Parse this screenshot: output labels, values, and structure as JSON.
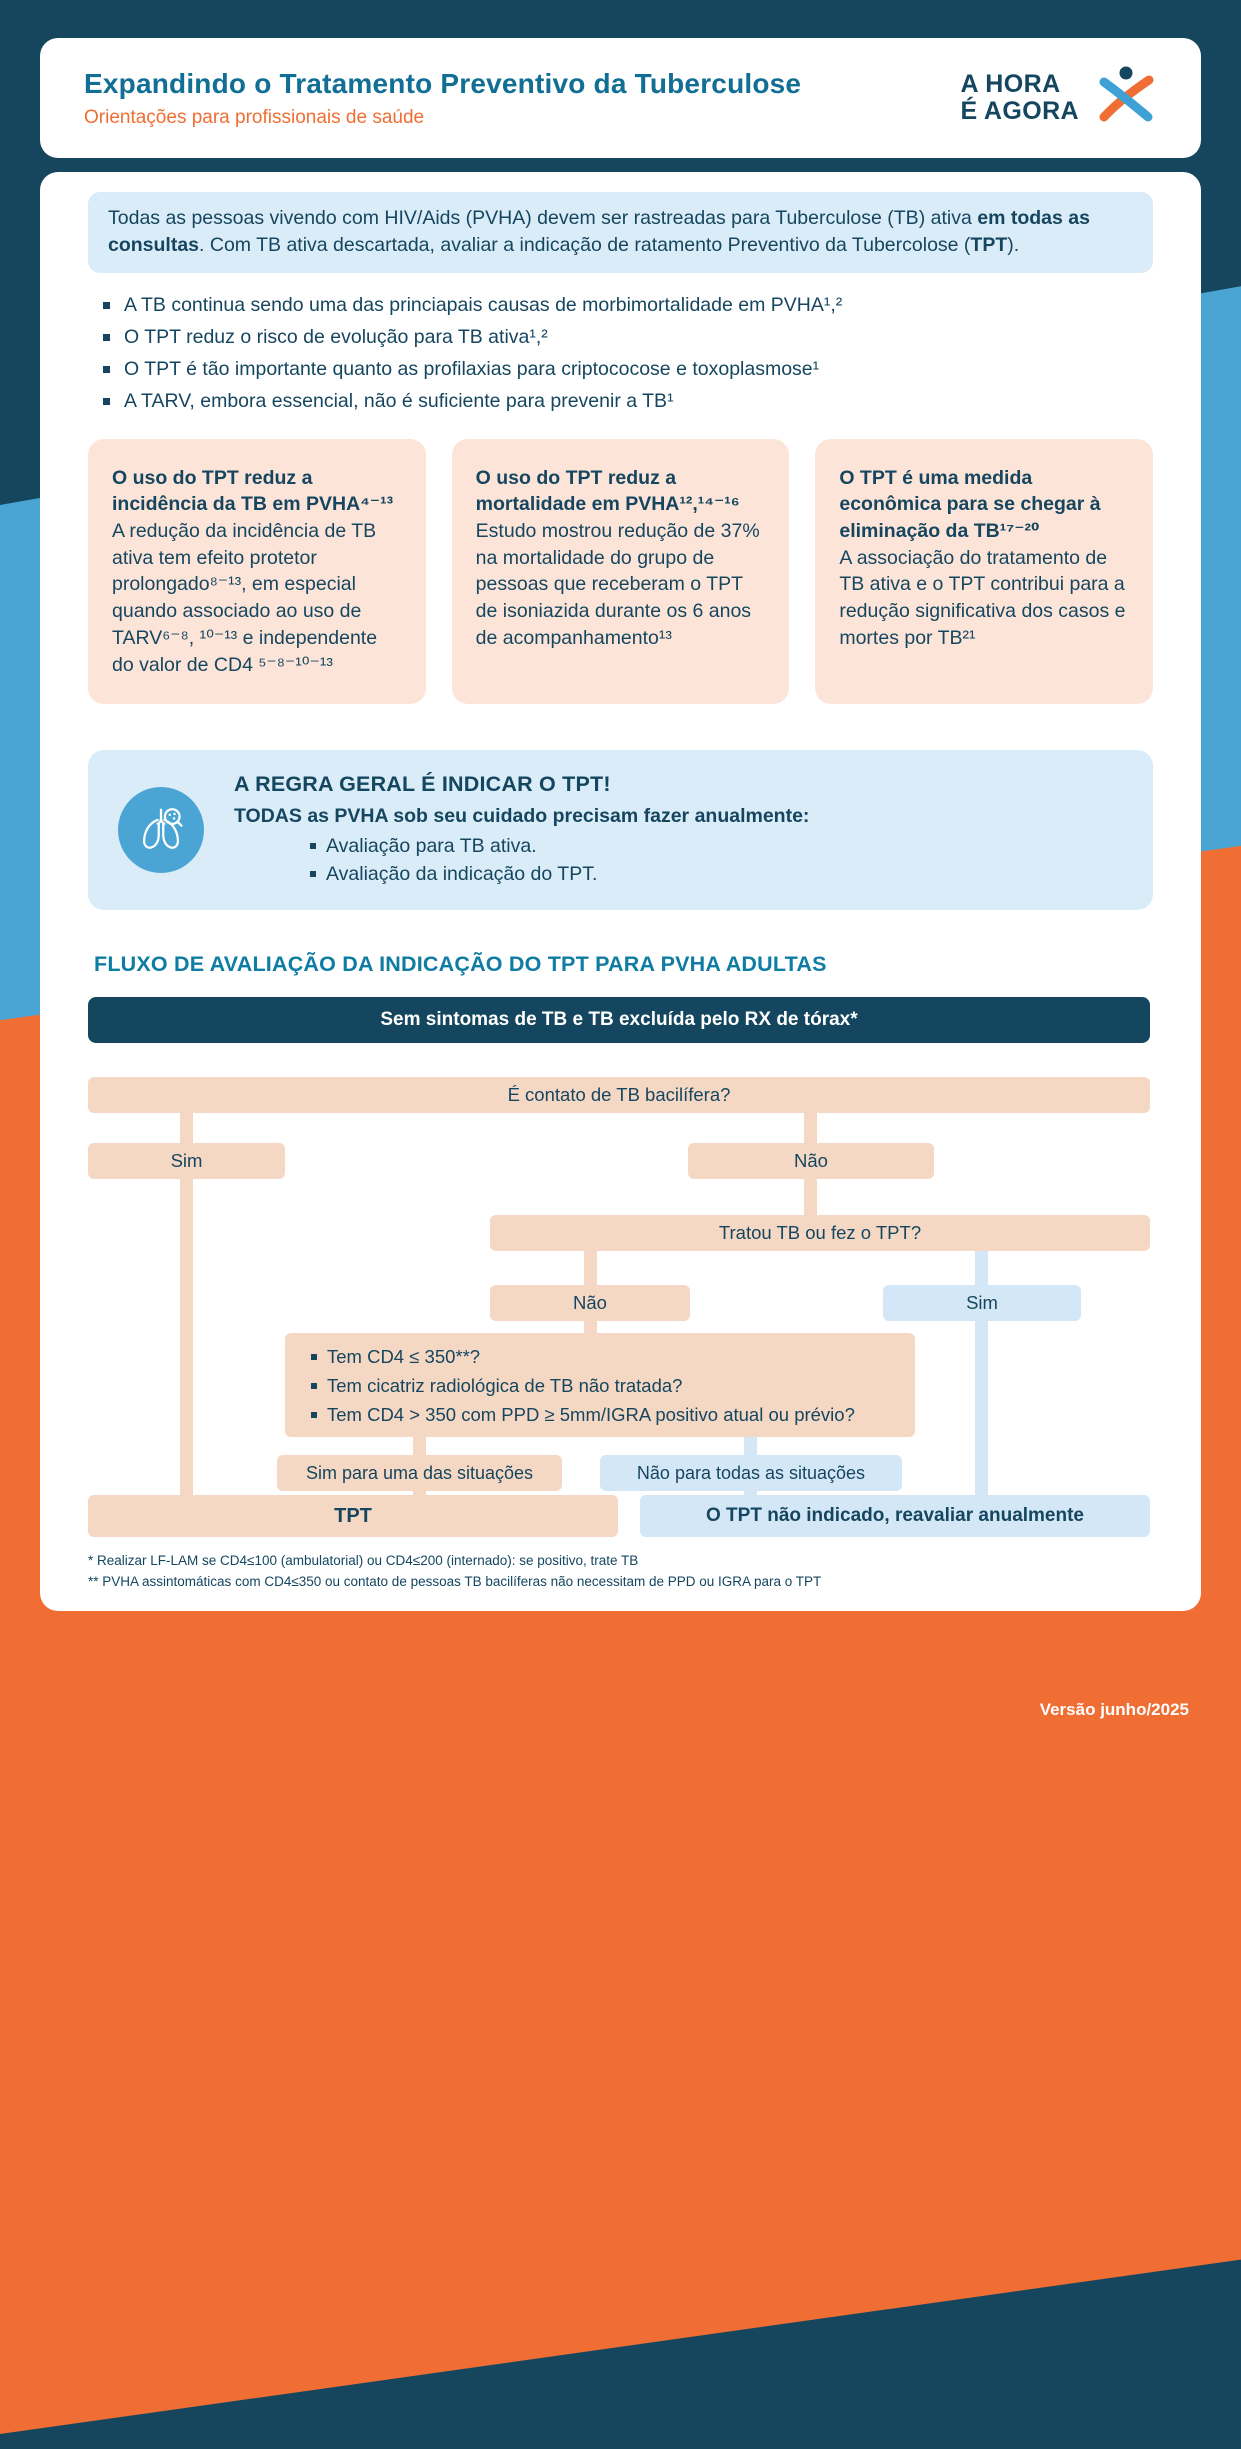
{
  "colors": {
    "navy": "#14465f",
    "title_teal": "#116e94",
    "section_teal": "#0f7ca3",
    "orange": "#f06e33",
    "sky_blue": "#4aa5d5",
    "light_blue_box": "#d9ecf8",
    "peach_card": "#fce5d8",
    "flow_peach": "#f5d8c4",
    "flow_blue": "#d4e7f7"
  },
  "icons": {
    "logo_figure": "person-asterisk-icon",
    "rule_icon": "lungs-magnifier-icon"
  },
  "header": {
    "title": "Expandindo o Tratamento Preventivo da Tuberculose",
    "subtitle": "Orientações para profissionais de saúde",
    "logo_line1": "A HORA",
    "logo_line2": "É AGORA"
  },
  "intro": {
    "s1": "Todas as pessoas vivendo com HIV/Aids (PVHA) devem ser rastreadas para Tuberculose (TB) ativa ",
    "s2": "em todas as consultas",
    "s3": ". Com TB ativa descartada, avaliar a indicação de ratamento Preventivo da Tubercolose (",
    "s4": "TPT",
    "s5": ")."
  },
  "intro_bullets": [
    "A TB continua sendo uma das princiapais causas de morbimortalidade em PVHA¹,²",
    "O TPT reduz o risco de evolução para TB ativa¹,²",
    "O TPT é tão importante quanto as profilaxias para criptococose e toxoplasmose¹",
    "A TARV, embora essencial, não é suficiente para prevenir a TB¹"
  ],
  "cards": [
    {
      "title": "O uso do TPT reduz a incidência da TB em PVHA⁴⁻¹³",
      "body": "A redução da incidência de TB ativa tem efeito protetor prolongado⁸⁻¹³, em especial quando associado ao uso de TARV⁶⁻⁸, ¹⁰⁻¹³ e independente do valor de CD4 ⁵⁻⁸⁻¹⁰⁻¹³"
    },
    {
      "title": "O uso do TPT reduz a mortalidade em PVHA¹²,¹⁴⁻¹⁶",
      "body": "Estudo mostrou redução de 37% na mortalidade do grupo de pessoas que receberam o TPT de isoniazida durante os 6 anos de acompanhamento¹³"
    },
    {
      "title": "O TPT é uma medida econômica para se chegar à eliminação da TB¹⁷⁻²⁰",
      "body": "A associação do tratamento de TB ativa e o TPT contribui para a redução significativa dos casos e mortes por TB²¹"
    }
  ],
  "rule": {
    "heading": "A REGRA GERAL É INDICAR O TPT!",
    "subheading": "TODAS as PVHA sob seu cuidado precisam fazer anualmente:",
    "bullets": [
      "Avaliação para TB ativa.",
      "Avaliação da indicação do TPT."
    ]
  },
  "flow": {
    "heading": "FLUXO DE AVALIAÇÃO DA INDICAÇÃO DO TPT PARA PVHA ADULTAS",
    "top": "Sem sintomas de TB e TB excluída pelo RX de tórax*",
    "q1": "É contato de TB bacilífera?",
    "sim1": "Sim",
    "nao1": "Não",
    "q2": "Tratou TB ou fez o TPT?",
    "nao2": "Não",
    "sim2": "Sim",
    "criteria": [
      "Tem CD4 ≤ 350**?",
      "Tem cicatriz radiológica de TB não tratada?",
      "Tem CD4 > 350 com PPD ≥ 5mm/IGRA positivo atual ou prévio?"
    ],
    "sim_outcome": "Sim para uma das situações",
    "nao_outcome": "Não para todas as situações",
    "result_tpt": "TPT",
    "result_no_tpt": "O TPT não indicado, reavaliar anualmente"
  },
  "footnotes": [
    "* Realizar LF-LAM se CD4≤100 (ambulatorial) ou CD4≤200 (internado): se positivo, trate TB",
    "** PVHA assintomáticas com CD4≤350 ou contato de pessoas TB bacilíferas não necessitam de PPD ou IGRA para o TPT"
  ],
  "footer": {
    "version": "Versão junho/2025"
  }
}
